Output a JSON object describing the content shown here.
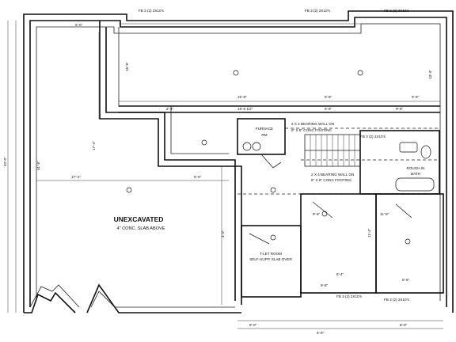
{
  "plan": {
    "unexcavated_title": "UNEXCAVATED",
    "unexcavated_sub": "4\" CONC. SLAB ABOVE",
    "furnace_label": "FURNACE",
    "furnace_sub": "RM",
    "utility_room_title": "T-LET ROOM",
    "utility_room_sub": "SELF-SUPP. SLAB OVER",
    "rough_in_title": "ROUGH IN",
    "rough_in_sub": "BATH",
    "bearing_wall_1": "2 X 4 BEARING WALL ON",
    "bearing_wall_1b": "8\" X 8\" CONC FOOTING",
    "bearing_wall_2": "2 X 4 BEARING WALL ON",
    "bearing_wall_2b": "8\" X 8\" CONC FOOTING",
    "fb_top_1": "FB 3 (2) 2X10's",
    "fb_top_2": "FB 3 (2) 2X10's",
    "fb_top_3": "FB 3 (2) 2X10's",
    "fb_bottom_1": "FB 3 (2) 2X10's",
    "fb_bottom_2": "FB 3 (2) 2X10's",
    "fb_mid": "FB 3 (2) 2X10's",
    "dim_top_1": "6'-0\"",
    "dim_top_2": "15'-8\"",
    "dim_top_3": "5'-8\"",
    "dim_mid_1": "2'-4\"",
    "dim_mid_2": "15'-5 1/2\"",
    "dim_mid_3": "5'-8\"",
    "dim_mid_4": "9'-8\"",
    "dim_left_vert": "42'-0\"",
    "dim_left_inner": "41'-8\"",
    "dim_center": "17'-4\"",
    "dim_center_2": "9'-0\"",
    "dim_center_3": "17'-4\"",
    "dim_right_1": "5'-8\"",
    "dim_right_2": "9'-8\"",
    "dim_bottom_1": "8'-0\"",
    "dim_bottom_2": "8'-0\"",
    "dim_bottom_3": "5'-8\"",
    "dim_room_1": "9'-8\"",
    "dim_room_2": "11'-8\"",
    "dim_room_3": "5'-4\"",
    "dim_room_4": "9'-8\"",
    "dim_vert_1": "15'-8\"",
    "dim_vert_2": "13'-4\"",
    "dim_vert_3": "4'-0\"",
    "dim_vert_4": "11'-4\""
  }
}
